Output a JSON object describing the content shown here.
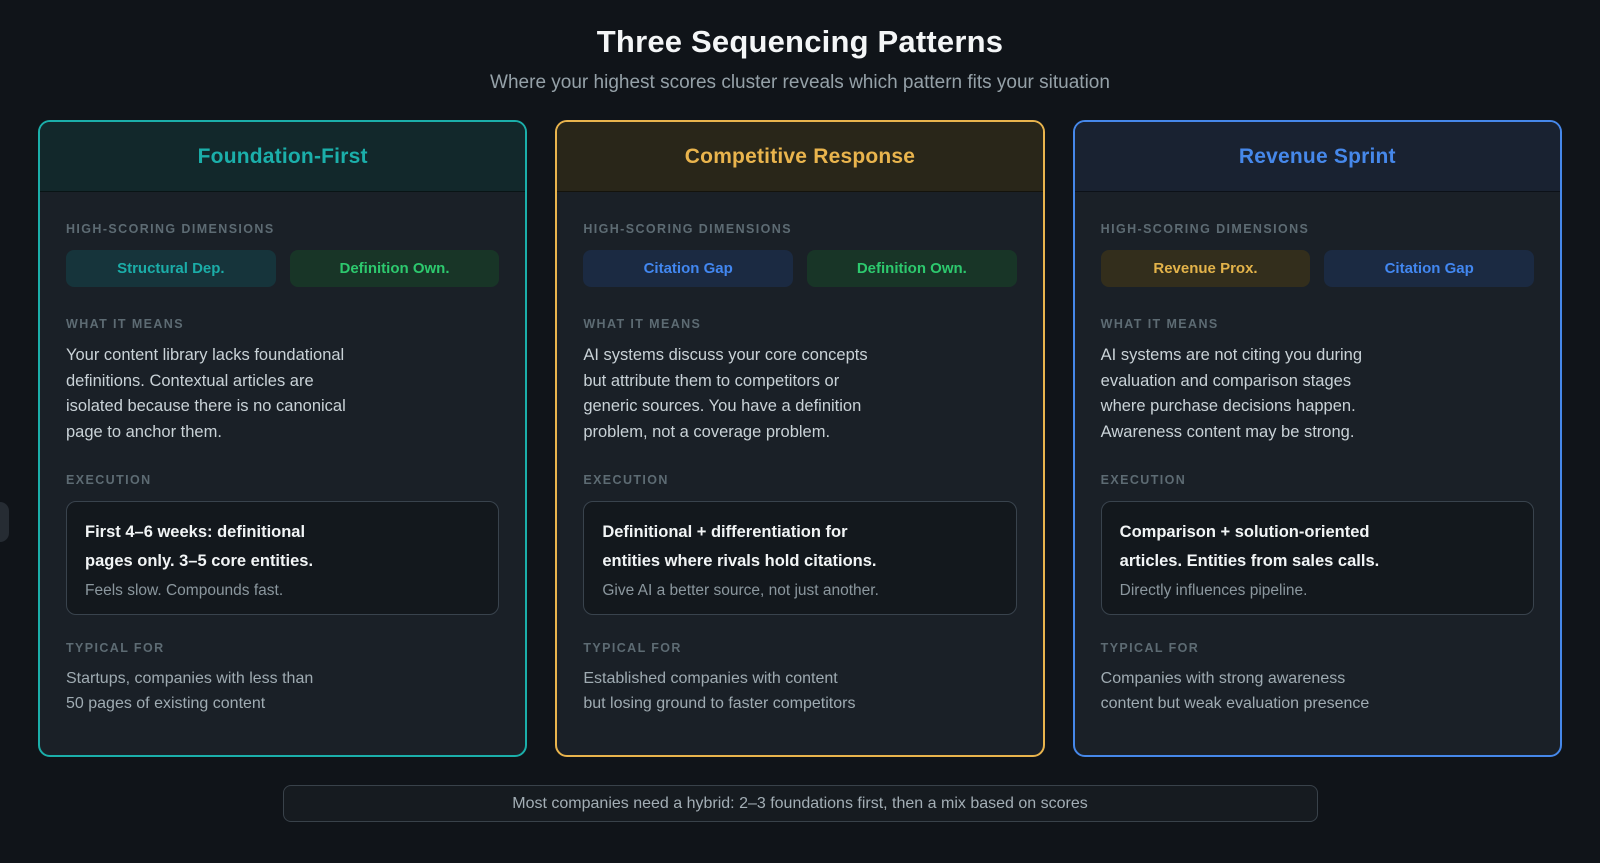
{
  "page": {
    "title": "Three Sequencing Patterns",
    "subtitle": "Where your highest scores cluster reveals which pattern fits your situation",
    "footer_note": "Most companies need a hybrid: 2–3 foundations first, then a mix based on scores"
  },
  "labels": {
    "dimensions": "HIGH-SCORING DIMENSIONS",
    "what_it_means": "WHAT IT MEANS",
    "execution": "EXECUTION",
    "typical_for": "TYPICAL FOR"
  },
  "cards": [
    {
      "title": "Foundation-First",
      "accent": "#1bafaa",
      "header_bg": "#12282b",
      "badges": [
        {
          "label": "Structural Dep.",
          "text_color": "#1bada8",
          "bg_color": "#16343b"
        },
        {
          "label": "Definition Own.",
          "text_color": "#2dc96e",
          "bg_color": "#183527"
        }
      ],
      "what_it_means": "Your content library lacks foundational\ndefinitions. Contextual articles are\nisolated because there is no canonical\npage to anchor them.",
      "execution_main": "First 4–6 weeks: definitional\npages only. 3–5 core entities.",
      "execution_note": "Feels slow. Compounds fast.",
      "typical_for": "Startups, companies with less than\n50 pages of existing content"
    },
    {
      "title": "Competitive Response",
      "accent": "#e9b44d",
      "header_bg": "#292619",
      "badges": [
        {
          "label": "Citation Gap",
          "text_color": "#4287f0",
          "bg_color": "#1b2a42"
        },
        {
          "label": "Definition Own.",
          "text_color": "#2dc96e",
          "bg_color": "#183527"
        }
      ],
      "what_it_means": "AI systems discuss your core concepts\nbut attribute them to competitors or\ngeneric sources. You have a definition\nproblem, not a coverage problem.",
      "execution_main": "Definitional + differentiation for\nentities where rivals hold citations.",
      "execution_note": "Give AI a better source, not just another.",
      "typical_for": "Established companies with content\nbut losing ground to faster competitors"
    },
    {
      "title": "Revenue Sprint",
      "accent": "#4688ea",
      "header_bg": "#192231",
      "badges": [
        {
          "label": "Revenue Prox.",
          "text_color": "#e3b34a",
          "bg_color": "#332e1c"
        },
        {
          "label": "Citation Gap",
          "text_color": "#4287f0",
          "bg_color": "#1b2a42"
        }
      ],
      "what_it_means": "AI systems are not citing you during\nevaluation and comparison stages\nwhere purchase decisions happen.\nAwareness content may be strong.",
      "execution_main": "Comparison + solution-oriented\narticles. Entities from sales calls.",
      "execution_note": "Directly influences pipeline.",
      "typical_for": "Companies with strong awareness\ncontent but weak evaluation presence"
    }
  ]
}
